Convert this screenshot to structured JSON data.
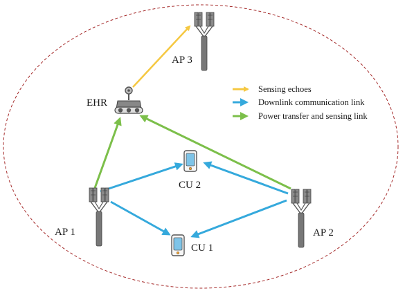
{
  "nodes": {
    "ap1": "AP 1",
    "ap2": "AP 2",
    "ap3": "AP 3",
    "ehr": "EHR",
    "cu1": "CU 1",
    "cu2": "CU 2"
  },
  "legend": [
    {
      "label": "Sensing echoes",
      "color": "#f5c842"
    },
    {
      "label": "Downlink communication link",
      "color": "#35a9dc"
    },
    {
      "label": "Power transfer and sensing link",
      "color": "#7cbf4a"
    }
  ],
  "colors": {
    "boundary": "#a52a2a",
    "tower": "#555555",
    "tower_light": "#8a8a8a",
    "phone_screen": "#7ec4e8",
    "phone_button": "#f0a030"
  }
}
